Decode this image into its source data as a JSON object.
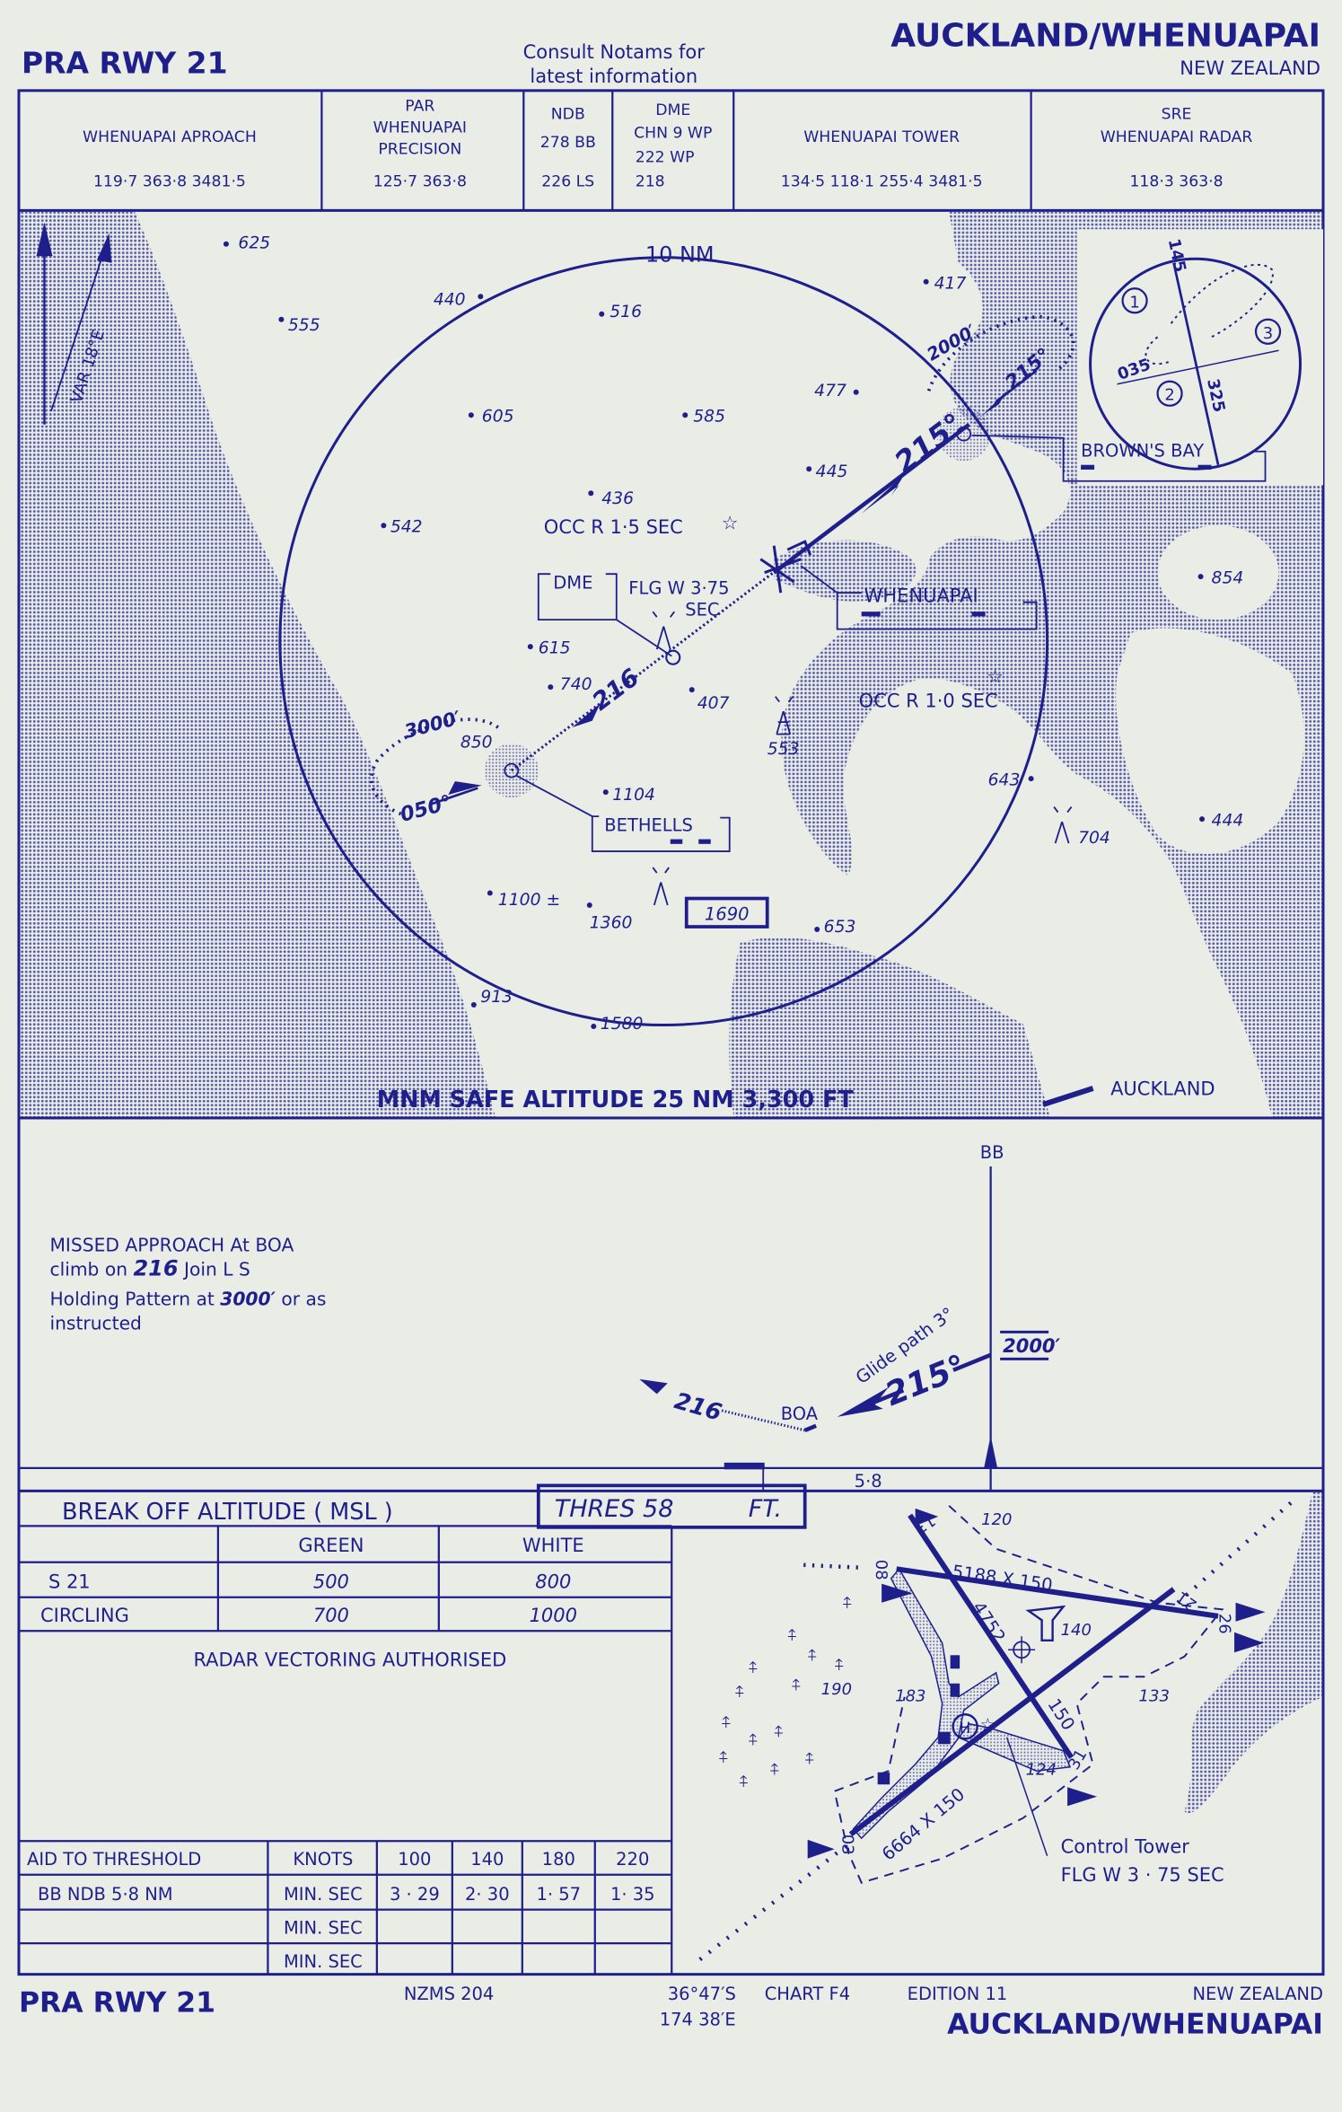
{
  "header": {
    "title_left": "PRA  RWY 21",
    "notams": [
      "Consult Notams for",
      "latest information"
    ],
    "title_right": "AUCKLAND/WHENUAPAI",
    "country": "NEW ZEALAND"
  },
  "comms": [
    {
      "lines": [
        "WHENUAPAI APROACH"
      ],
      "freqs": "119·7     363·8     3481·5"
    },
    {
      "lines": [
        "PAR",
        "WHENUAPAI",
        "PRECISION"
      ],
      "freqs": "125·7      363·8"
    },
    {
      "lines": [
        "NDB",
        "278  BB"
      ],
      "freqs": "226  LS"
    },
    {
      "lines": [
        "DME",
        "CHN 9 WP",
        "222  WP"
      ],
      "freqs": "218"
    },
    {
      "lines": [
        "WHENUAPAI TOWER"
      ],
      "freqs": "134·5  118·1  255·4  3481·5"
    },
    {
      "lines": [
        "SRE",
        "WHENUAPAI RADAR"
      ],
      "freqs": "118·3              363·8"
    }
  ],
  "map": {
    "variation": "VAR  18°E",
    "range_ring": "10 NM",
    "spot_heights": [
      "625",
      "555",
      "440",
      "516",
      "417",
      "605",
      "585",
      "477",
      "445",
      "436",
      "542",
      "854",
      "615",
      "740",
      "407",
      "553",
      "643",
      "704",
      "444",
      "1104",
      "850",
      "1100 ±",
      "1360",
      "653",
      "913",
      "1580"
    ],
    "boxed_height": "1690",
    "occ_light_1": "OCC R 1·5 SEC",
    "occ_light_2": "OCC R 1·0 SEC",
    "dme_label": "DME",
    "flg_light": [
      "FLG W 3·75",
      "SEC"
    ],
    "whenuapai": "WHENUAPAI",
    "browns_bay": "BROWN'S BAY",
    "bethells": "BETHELLS",
    "holding_west_alt": "3000′",
    "holding_west_course": "050°",
    "inbound_216": "216",
    "final_215": "215°",
    "holding_east_alt": "2000′",
    "holding_east_course": "215°",
    "msa": "MNM SAFE ALTITUDE 25 NM 3,300 FT",
    "auckland": "AUCKLAND",
    "inset": {
      "sectors": [
        "1",
        "2",
        "3"
      ],
      "bearings": [
        "145",
        "035",
        "325"
      ]
    }
  },
  "profile": {
    "missed_approach": [
      "MISSED APPROACH   At BOA",
      "climb on ",
      "216",
      " Join L S",
      "Holding Pattern at ",
      "3000′",
      " or as",
      "instructed"
    ],
    "bb": "BB",
    "altitude": "2000′",
    "glide_path": "Glide path 3°",
    "course": "215°",
    "boa": "BOA",
    "missed_course": "216",
    "distance": "5·8"
  },
  "break_off": {
    "title": "BREAK  OFF  ALTITUDE  ( MSL )",
    "thres": "THRES   58",
    "thres_unit": "FT.",
    "columns": [
      "GREEN",
      "WHITE"
    ],
    "rows": [
      {
        "label": "S   21",
        "green": "500",
        "white": "800"
      },
      {
        "label": "CIRCLING",
        "green": "700",
        "white": "1000"
      }
    ],
    "radar": "RADAR  VECTORING  AUTHORISED"
  },
  "aid_table": {
    "header": [
      "AID TO  THRESHOLD",
      "KNOTS",
      "100",
      "140",
      "180",
      "220"
    ],
    "rows": [
      [
        "BB    NDB   5·8  NM",
        "MIN. SEC",
        "3 · 29",
        "2· 30",
        "1· 57",
        "1· 35"
      ],
      [
        "",
        "MIN. SEC",
        "",
        "",
        "",
        ""
      ],
      [
        "",
        "MIN. SEC",
        "",
        "",
        "",
        ""
      ]
    ]
  },
  "aerodrome": {
    "rwy_0826": "5188 X 150",
    "rwy_1331_len": "4752",
    "rwy_1331_wid": "150",
    "rwy_0321": "6664 X 150",
    "elevations": [
      "120",
      "140",
      "133",
      "190",
      "183",
      "124"
    ],
    "rwy_numbers": [
      "13",
      "08",
      "26",
      "21",
      "31",
      "03"
    ],
    "heliport": "H",
    "tower": [
      "Control Tower",
      "FLG W 3 · 75 SEC"
    ]
  },
  "footer": {
    "title_left": "PRA RWY 21",
    "map_series": "NZMS  204",
    "lat": "36°47′S",
    "lon": "174  38′E",
    "chart": "CHART F4",
    "edition": "EDITION 11",
    "country": "NEW  ZEALAND",
    "title_right": "AUCKLAND/WHENUAPAI"
  },
  "colors": {
    "ink": "#1f1f8c",
    "paper": "#e9ede6"
  }
}
